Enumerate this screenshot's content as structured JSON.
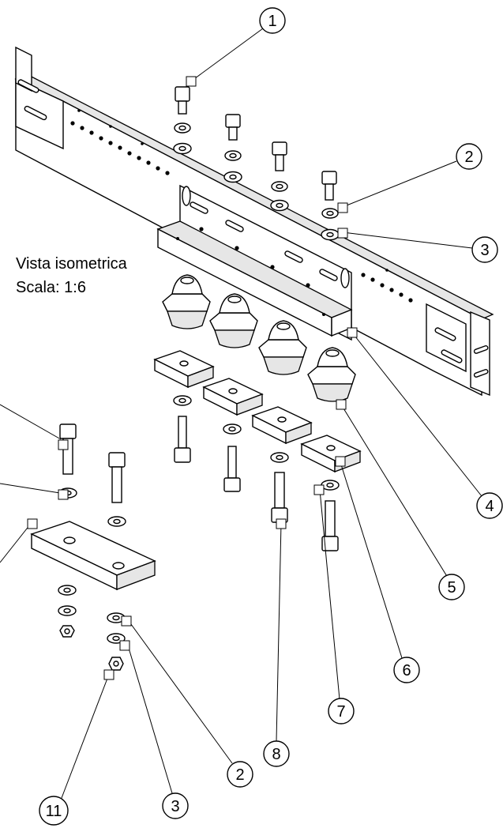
{
  "view": {
    "title": "Vista isometrica",
    "scale": "Scala:  1:6"
  },
  "balloons": [
    {
      "id": "b1",
      "label": "1"
    },
    {
      "id": "b2a",
      "label": "2"
    },
    {
      "id": "b3a",
      "label": "3"
    },
    {
      "id": "b4",
      "label": "4"
    },
    {
      "id": "b5",
      "label": "5"
    },
    {
      "id": "b6",
      "label": "6"
    },
    {
      "id": "b7",
      "label": "7"
    },
    {
      "id": "b8",
      "label": "8"
    },
    {
      "id": "b2b",
      "label": "2"
    },
    {
      "id": "b3b",
      "label": "3"
    },
    {
      "id": "b11",
      "label": "11"
    }
  ]
}
